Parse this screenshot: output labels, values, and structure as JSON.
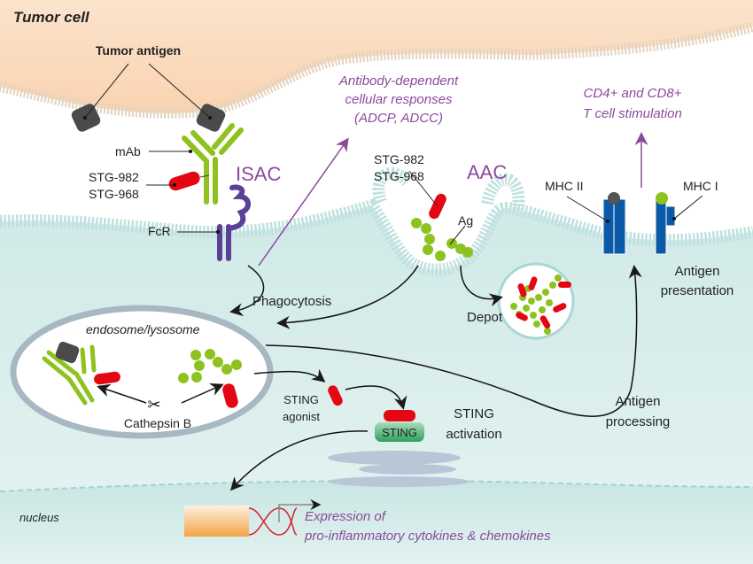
{
  "labels": {
    "tumor_cell": "Tumor cell",
    "tumor_antigen": "Tumor antigen",
    "mab": "mAb",
    "stg_line1": "STG-982",
    "stg_line2": "STG-968",
    "isac": "ISAC",
    "fcr": "FcR",
    "adcc_line1": "Antibody-dependent",
    "adcc_line2": "cellular responses",
    "adcc_line3": "(ADCP, ADCC)",
    "aac_stg_line1": "STG-982",
    "aac_stg_line2": "STG-968",
    "aac": "AAC",
    "ag": "Ag",
    "tcell_line1": "CD4+ and CD8+",
    "tcell_line2": "T cell stimulation",
    "mhc2": "MHC II",
    "mhc1": "MHC I",
    "antigen_presentation_line1": "Antigen",
    "antigen_presentation_line2": "presentation",
    "phagocytosis": "Phagocytosis",
    "endosome": "endosome/lysosome",
    "depot": "Depot",
    "cathepsin": "Cathepsin B",
    "sting_agonist_line1": "STING",
    "sting_agonist_line2": "agonist",
    "sting_box": "STING",
    "sting_activation_line1": "STING",
    "sting_activation_line2": "activation",
    "antigen_processing_line1": "Antigen",
    "antigen_processing_line2": "processing",
    "nucleus": "nucleus",
    "expression_line1": "Expression of",
    "expression_line2": "pro-inflammatory cytokines & chemokines"
  },
  "colors": {
    "tumor_bg": "#fbdcbf",
    "immune_bg": "#d4ecea",
    "antibody": "#8dc21f",
    "payload": "#e30613",
    "fcr": "#5b3f99",
    "mhc": "#0b5aa8",
    "accent_purple": "#8a4a9c",
    "sting_green": "#3aaa6a",
    "membrane": "#b9dedd"
  }
}
